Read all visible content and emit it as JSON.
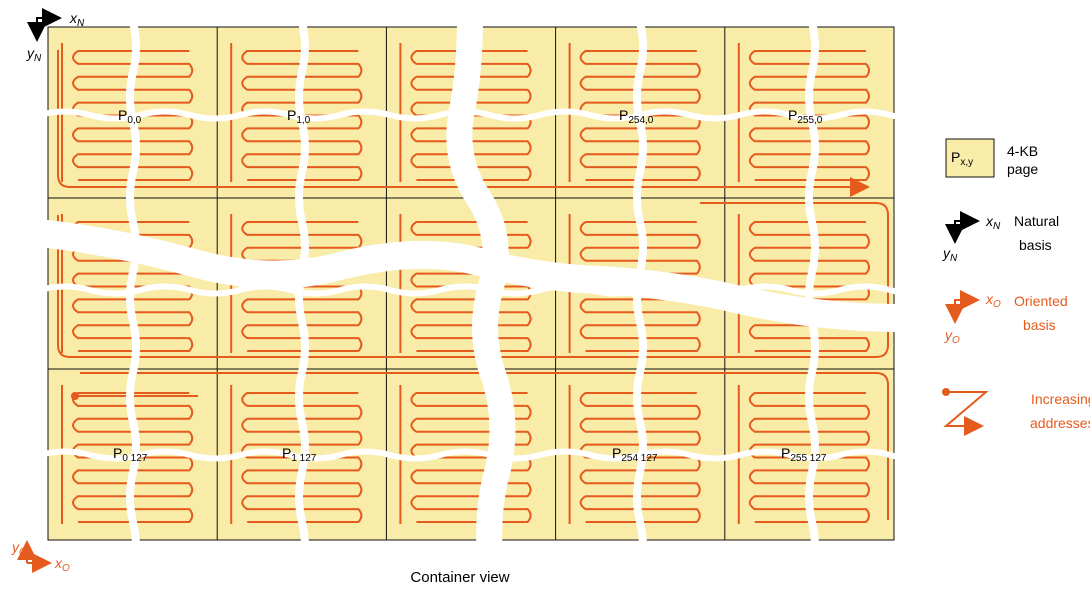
{
  "page_labels": {
    "top_left": "P0,0",
    "top_second": "P1,0",
    "top_third_from_right": "P254,0",
    "top_right": "P255,0",
    "bottom_left": "P0 127",
    "bottom_second": "P1 127",
    "bottom_third_from_right": "P254 127",
    "bottom_right": "P255 127"
  },
  "page_label_parts": [
    {
      "id": "p00",
      "base": "P",
      "sub": "0,0"
    },
    {
      "id": "p10",
      "base": "P",
      "sub": "1,0"
    },
    {
      "id": "p2540",
      "base": "P",
      "sub": "254,0"
    },
    {
      "id": "p2550",
      "base": "P",
      "sub": "255,0"
    },
    {
      "id": "p0127",
      "base": "P",
      "sub": "0 127"
    },
    {
      "id": "p1127",
      "base": "P",
      "sub": "1 127"
    },
    {
      "id": "p254127",
      "base": "P",
      "sub": "254 127"
    },
    {
      "id": "p255127",
      "base": "P",
      "sub": "255 127"
    }
  ],
  "axes": {
    "natural_x": "x",
    "natural_x_sub": "N",
    "natural_y": "y",
    "natural_y_sub": "N",
    "oriented_x": "x",
    "oriented_x_sub": "O",
    "oriented_y": "y",
    "oriented_y_sub": "O"
  },
  "legend": {
    "page_box_label": "P",
    "page_box_sub": "x,y",
    "page_text_line1": "4-KB",
    "page_text_line2": "page",
    "natural_line1": "Natural",
    "natural_line2": "basis",
    "oriented_line1": "Oriented",
    "oriented_line2": "basis",
    "increasing_line1": "Increasing",
    "increasing_line2": "addresses"
  },
  "caption": "Container view",
  "colors": {
    "page_fill": "#F9EBA8",
    "address_curve": "#E55A1D",
    "grid_line": "#111111",
    "gap_white": "#ffffff"
  }
}
